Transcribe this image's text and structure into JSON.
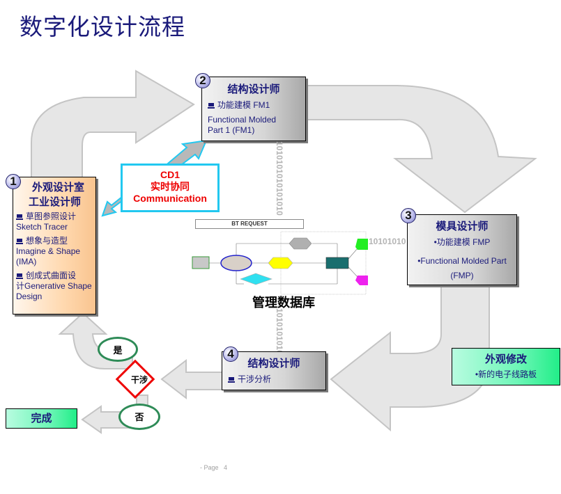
{
  "page_title": "数字化设计流程",
  "steps": [
    {
      "number": "1",
      "title_line1": "外观设计室",
      "title_line2": "工业设计师",
      "items": [
        {
          "zh": "草图参照设计",
          "en": "Sketch Tracer"
        },
        {
          "zh": "想象与造型",
          "en": "Imagine  & Shape (IMA)"
        },
        {
          "zh": "创成式曲面设",
          "en": "计Generative Shape Design"
        }
      ]
    },
    {
      "number": "2",
      "title": "结构设计师",
      "item_zh": "功能建模 FM1",
      "item_en": "Functional Molded Part 1 (FM1)"
    },
    {
      "number": "3",
      "title": "模具设计师",
      "item1": "•功能建模 FMP",
      "item2": "•Functional Molded Part (FMP)"
    },
    {
      "number": "4",
      "title": "结构设计师",
      "item": "干涉分析"
    }
  ],
  "communication": {
    "line1": "CD1",
    "line2": "实时协同",
    "line3": "Communication"
  },
  "database": {
    "banner": "BT REQUEST",
    "label": "管理数据库",
    "binary_top": "1010101010101010",
    "binary_bottom": "1010101010",
    "binary_right": "10101010"
  },
  "appearance_change": {
    "title": "外观修改",
    "item": "•新的电子线路板"
  },
  "decision": {
    "label": "干涉",
    "yes": "是",
    "no": "否"
  },
  "done": {
    "label": "完成"
  },
  "footer": {
    "prefix": "- Page",
    "page_number": "4"
  },
  "colors": {
    "title": "#1a1a7a",
    "arrow_fill": "#e6e6e6",
    "arrow_stroke": "#c4c4c4",
    "comm_border": "#22c8f0",
    "comm_text": "#ee0000",
    "decision_border": "#ee0000",
    "ellipse_border": "#2e8b57"
  }
}
